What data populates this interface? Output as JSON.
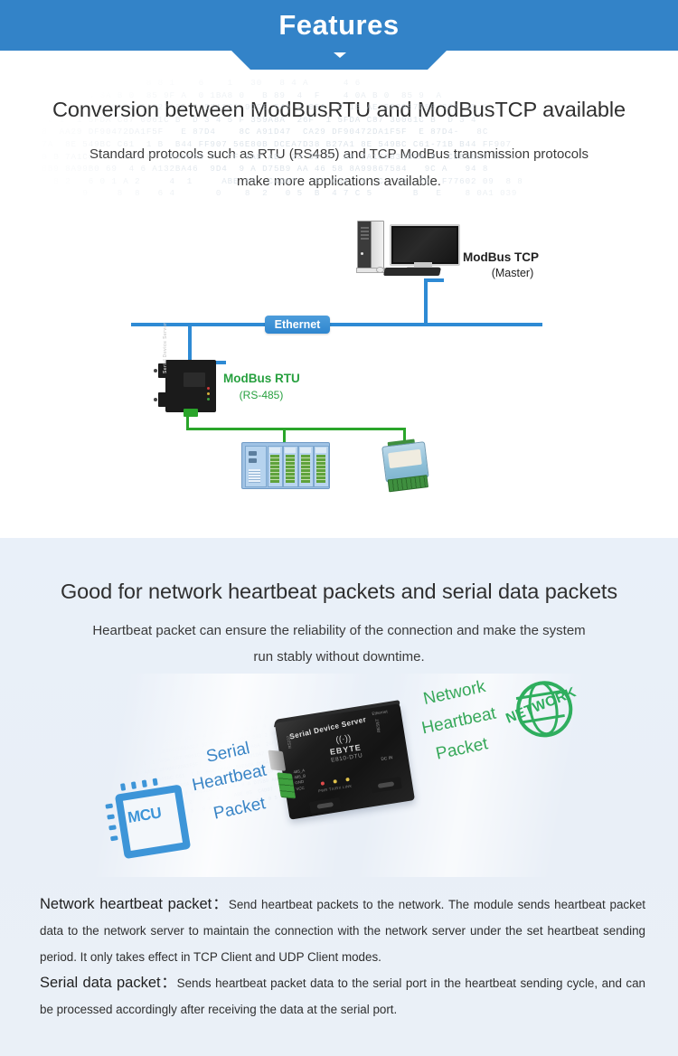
{
  "banner": {
    "title": "Features"
  },
  "section1": {
    "heading": "Conversion between ModBusRTU and ModBusTCP available",
    "body_line1": "Standard protocols such as RTU (RS485) and TCP ModBus transmission protocols",
    "body_line2": "make more applications available.",
    "diagram": {
      "ethernet_label": "Ethernet",
      "tcp_label": "ModBus TCP",
      "tcp_sub": "(Master)",
      "rtu_label": "ModBus RTU",
      "rtu_sub": "(RS-485)",
      "device_text": "Serial Device Server",
      "hex_background": "9 3 8 0   6 4      8 8 1    6    1   30   8 4 A      4 6\n  0  0A8-4 3A B 0  85 9F A  0 1BA8 0   B 89  4  F    4 0A B 0  85 9  A\n  7 161AF CB3087D58A327 8E 6 57A1C3 9DCE 549 2 85A  F 1B AE 5B3087D58 327 8E 6 3  \n  2 1  1 5FDA C87 0061C B  D 3 4 5 F 359A8A  26F  1 5FDA C87 30061C B  D 3 4\n 8  AA29 DF90472DA1F5F   E 87D4    8C A91D47  CA29 DF90472DA1F5F  E 87D4-   8C\n 7A  8E 549BC C61  1 B  B44 FF907 56E80B DCEA7D38 B27A1 8E 549BC C61-71B B44 FF907\n 8 B 7A1C6 8 7 8CA 8  CB89EA8 D  FF 8AB AD  28 08 D  AB 7A1C6835BCA 8  CD89EA8 D  F\n 8B9 8A99B0 69  4 6 A132BA46  9D4  9 A D75B9 AA 46 58 8A99867584   9C A   94 8\n   8 2   6 0 1 A 2     4  1     ABE 65  C4D07   58 C3A  8  C  1D  ID  F77602 09  8 8\n   B    9     8  8   6 4       0    8  2   0 5  B  4 7 C 5       B   E    8 0A1 039  "
    }
  },
  "section2": {
    "heading": "Good for network heartbeat packets and serial data packets",
    "body_line1": "Heartbeat packet can ensure the reliability of the connection and make the system",
    "body_line2": "run stably without downtime.",
    "diagram": {
      "mcu_label": "MCU",
      "serial_line1": "Serial",
      "serial_line2": "Heartbeat",
      "serial_line3": "Packet",
      "network_line1": "Network",
      "network_line2": "Heartbeat",
      "network_line3": "Packet",
      "globe_label": "NETWORK",
      "device_title": "Serial Device Server",
      "device_brand": "EBYTE",
      "device_model": "E810-DTU",
      "device_port_eth": "Ethernet",
      "device_port_reset": "RESET",
      "device_port_rs232": "RS232",
      "device_port_power": "DC IN",
      "device_terminal_pins": "485_A\n485_B\nGND\nVCC",
      "device_led_text": "PWR  TX/RX  LINK"
    },
    "paragraph1_lead": "Network heartbeat packet：",
    "paragraph1_body": "Send heartbeat packets to the network. The module sends heartbeat packet data to the network server to maintain the connection with the network server under the set heartbeat sending period. It only takes effect in TCP Client and UDP Client modes.",
    "paragraph2_lead": "Serial data packet：",
    "paragraph2_body": "Sends heartbeat packet data to the serial port in the heartbeat sending cycle, and can be processed accordingly after receiving the data at the serial port."
  },
  "colors": {
    "banner_blue": "#3383c8",
    "ethernet_blue": "#2e8ad4",
    "rtu_green": "#27a03f",
    "section2_bg": "#e9eff7",
    "mcu_blue": "#3d95d8",
    "network_green": "#2fae5e"
  }
}
